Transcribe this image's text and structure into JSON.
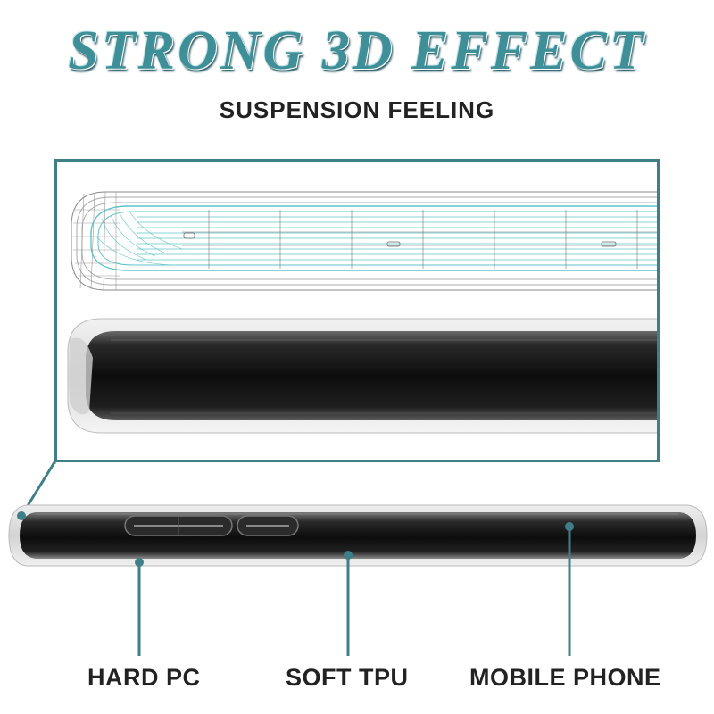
{
  "header": {
    "title": "STRONG 3D EFFECT",
    "subtitle": "SUSPENSION FEELING"
  },
  "labels": {
    "hard_pc": "HARD PC",
    "soft_tpu": "SOFT TPU",
    "mobile_phone": "MOBILE PHONE"
  },
  "colors": {
    "accent": "#3e7f88",
    "title": "#3f8f99",
    "text": "#222222",
    "wireframe_teal": "#5fc4c8"
  }
}
